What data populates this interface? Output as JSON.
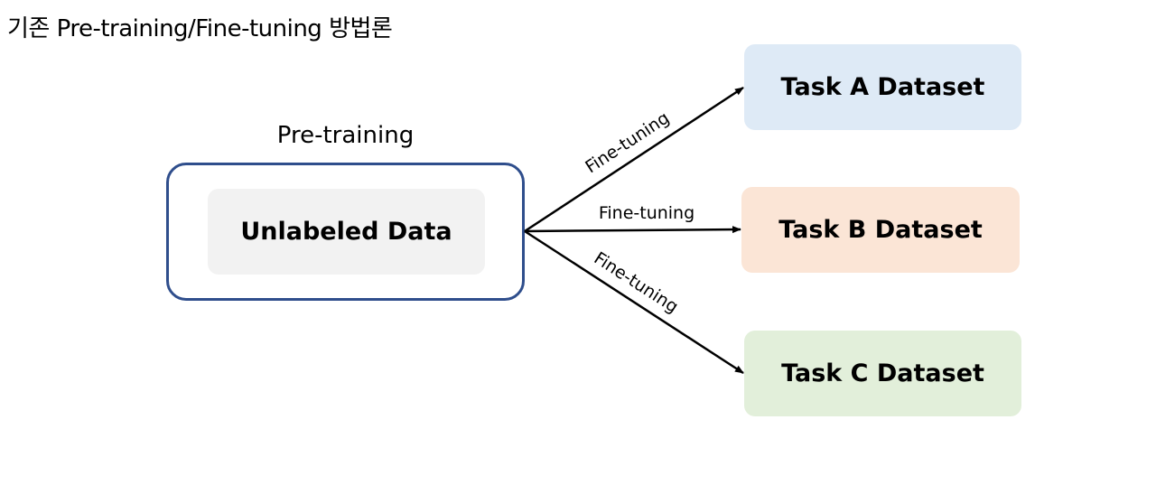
{
  "title": "기존 Pre-training/Fine-tuning 방법론",
  "pretraining": {
    "label": "Pre-training",
    "source": "Unlabeled Data"
  },
  "tasks": [
    {
      "label": "Task A Dataset",
      "color": "#deeaf6"
    },
    {
      "label": "Task B Dataset",
      "color": "#fbe5d6"
    },
    {
      "label": "Task C Dataset",
      "color": "#e2efda"
    }
  ],
  "edges": [
    {
      "label": "Fine-tuning"
    },
    {
      "label": "Fine-tuning"
    },
    {
      "label": "Fine-tuning"
    }
  ],
  "colors": {
    "pretrain_border": "#2f4e8c",
    "unlabeled_fill": "#f2f2f2",
    "arrow": "#000000"
  }
}
